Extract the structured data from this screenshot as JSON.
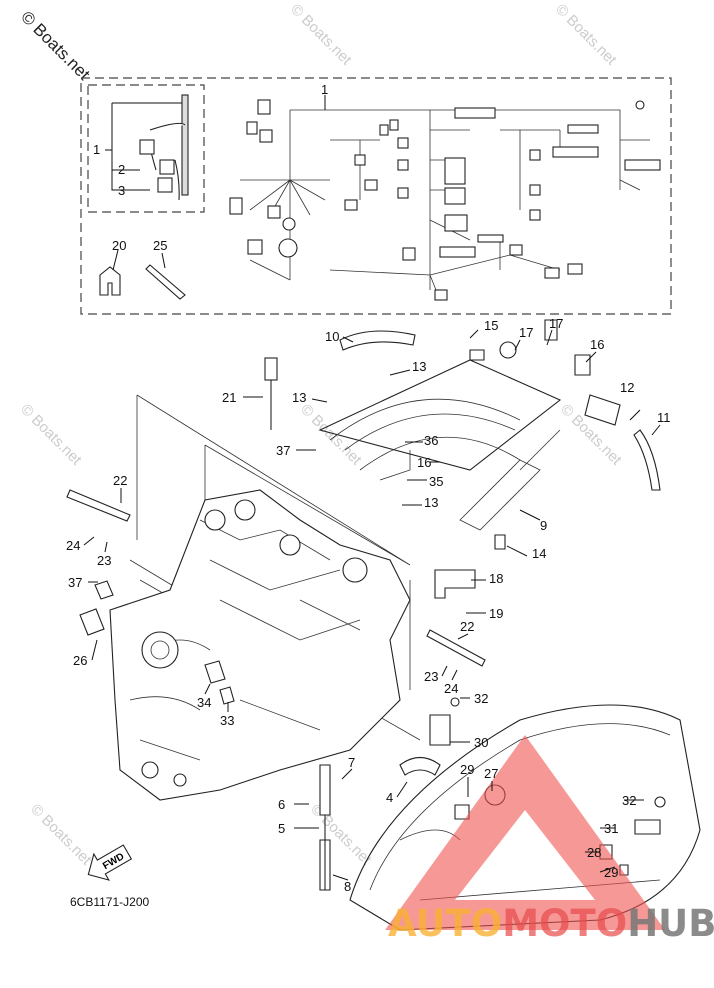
{
  "watermark": "© Boats.net",
  "part_code": "6CB1171-J200",
  "fwd_label": "FWD",
  "brand_logo": {
    "part1": "AUTO",
    "part2": "MOTO",
    "part3": "HUB",
    "colors": {
      "auto": "#f9b233",
      "moto": "#e84a4a",
      "hub": "#777777",
      "triangle": "#ef5350"
    }
  },
  "callouts": {
    "c1a": "1",
    "c1b": "1",
    "c2": "2",
    "c3": "3",
    "c20": "20",
    "c25": "25",
    "c10": "10",
    "c15": "15",
    "c17a": "17",
    "c17b": "17",
    "c16a": "16",
    "c13a": "13",
    "c13b": "13",
    "c21": "21",
    "c12": "12",
    "c11": "11",
    "c37a": "37",
    "c36": "36",
    "c16b": "16",
    "c35": "35",
    "c22a": "22",
    "c13c": "13",
    "c9": "9",
    "c24a": "24",
    "c23a": "23",
    "c14": "14",
    "c18": "18",
    "c37b": "37",
    "c19": "19",
    "c22b": "22",
    "c26": "26",
    "c23b": "23",
    "c24b": "24",
    "c32a": "32",
    "c34": "34",
    "c33": "33",
    "c30": "30",
    "c7": "7",
    "c29a": "29",
    "c27": "27",
    "c4": "4",
    "c6": "6",
    "c32b": "32",
    "c31": "31",
    "c5": "5",
    "c28": "28",
    "c29b": "29",
    "c8": "8"
  }
}
